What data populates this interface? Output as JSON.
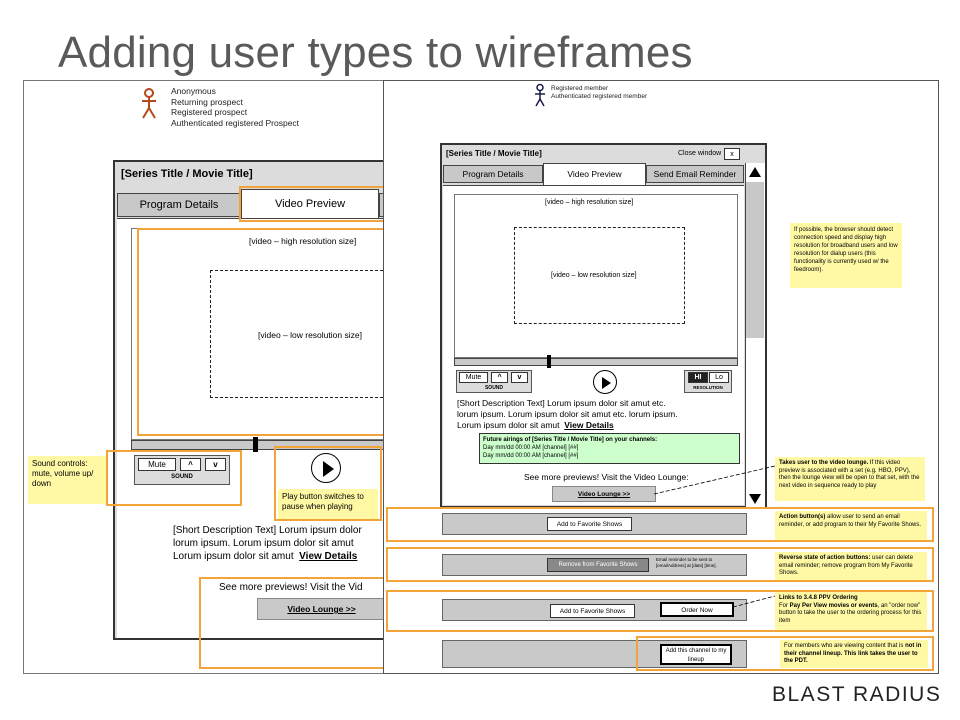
{
  "title": "Adding user types to wireframes",
  "logo": "BLAST RADIUS",
  "left": {
    "user_types": [
      "Anonymous",
      "Returning prospect",
      "Registered prospect",
      "Authenticated registered Prospect"
    ],
    "series_title": "[Series Title / Movie Title]",
    "tabs": [
      "Program Details",
      "Video Preview"
    ],
    "video_high": "[video – high resolution size]",
    "video_low": "[video – low resolution size]",
    "mute": "Mute",
    "up": "^",
    "down": "v",
    "sound": "SOUND",
    "description": [
      "[Short Description Text] Lorum ipsum dolor",
      "lorum ipsum. Lorum ipsum dolor sit amut",
      "Lorum ipsum dolor sit amut"
    ],
    "view_details": "View Details",
    "previews": "See more previews! Visit the Vid",
    "lounge_link": "Video Lounge >>",
    "note_sound": "Sound controls: mute, volume up/ down",
    "note_play": "Play button switches to pause when playing"
  },
  "right": {
    "user_types": [
      "Registered member",
      "Authenticated registered member"
    ],
    "series_title": "[Series Title / Movie Title]",
    "close_window": "Close window",
    "close_x": "x",
    "tabs": [
      "Program Details",
      "Video Preview",
      "Send Email Reminder"
    ],
    "video_high": "[video – high resolution size]",
    "video_low": "[video – low resolution size]",
    "mute": "Mute",
    "up": "^",
    "down": "v",
    "sound": "SOUND",
    "hi": "HI",
    "lo": "Lo",
    "resolution": "RESOLUTION",
    "description": [
      "[Short Description Text] Lorum ipsum dolor sit amut etc.",
      "lorum ipsum. Lorum ipsum dolor sit amut etc. lorum ipsum.",
      "Lorum ipsum dolor sit amut"
    ],
    "view_details": "View Details",
    "airings_title": "Future airings of [Series Title / Movie Title] on your channels:",
    "airings": [
      "Day mm/dd 00:00 AM [channel] [##]",
      "Day mm/dd 00:00 AM [channel] [##]"
    ],
    "previews": "See more previews! Visit the Video Lounge:",
    "lounge_link": "Video Lounge >>",
    "row1_btn": "Add to Favorite Shows",
    "row2_btn": "Remove from Favorite Shows",
    "row2_text": "Email reminder to be sent to [emailAddress] at [date] [time].",
    "row3_btn": "Add to Favorite Shows",
    "row3_btn2": "Order Now",
    "row4_btn": "Add this channel to my lineup",
    "note_resolution": "If possible, the browser should detect connection speed and display high resolution for broadband users and low resolution for dialup users (this functionality is currently used w/ the feedroom).",
    "note_lounge_bold": "Takes user to the video lounge.",
    "note_lounge": " If this video preview is associated with a set (e.g. HBO, PPV), then the lounge view will be open to that set, with the next video in sequence ready to play",
    "note_actions_bold": "Action button(s)",
    "note_actions": " allow user to send an email reminder, or add program to their My Favorite Shows.",
    "note_reverse_bold": "Reverse state of action buttons:",
    "note_reverse": " user can delete email reminder; remove program from My Favorite Shows.",
    "note_ppv_title": "Links to 3.4.8 PPV Ordering",
    "note_ppv_pre": "For ",
    "note_ppv_bold": "Pay Per View movies or events",
    "note_ppv": ", an \"order now\" button to take the user to the ordering process for this item",
    "note_lineup_pre": "For members who are viewing content that is ",
    "note_lineup_bold": "not in their channel lineup. This link takes the user to the PDT."
  }
}
